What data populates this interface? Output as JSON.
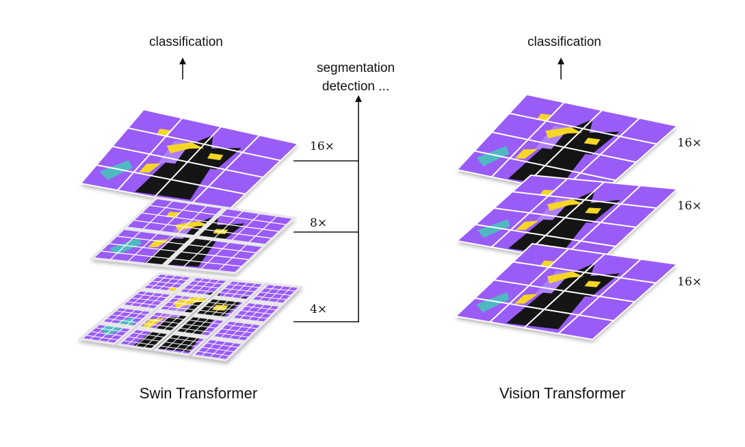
{
  "swin": {
    "title": "Swin Transformer",
    "output_label": "classification",
    "dense_output": [
      "segmentation",
      "detection ..."
    ],
    "scales": [
      "16×",
      "8×",
      "4×"
    ]
  },
  "vit": {
    "title": "Vision Transformer",
    "output_label": "classification",
    "scales": [
      "16×",
      "16×",
      "16×"
    ]
  },
  "colors": {
    "tile": "#9a5cf7",
    "tile_light": "#b184f9",
    "grid": "#ffffff",
    "cat": "#151515",
    "accent": "#f5d626",
    "leaf": "#4fb9c2",
    "line": "#111111"
  }
}
